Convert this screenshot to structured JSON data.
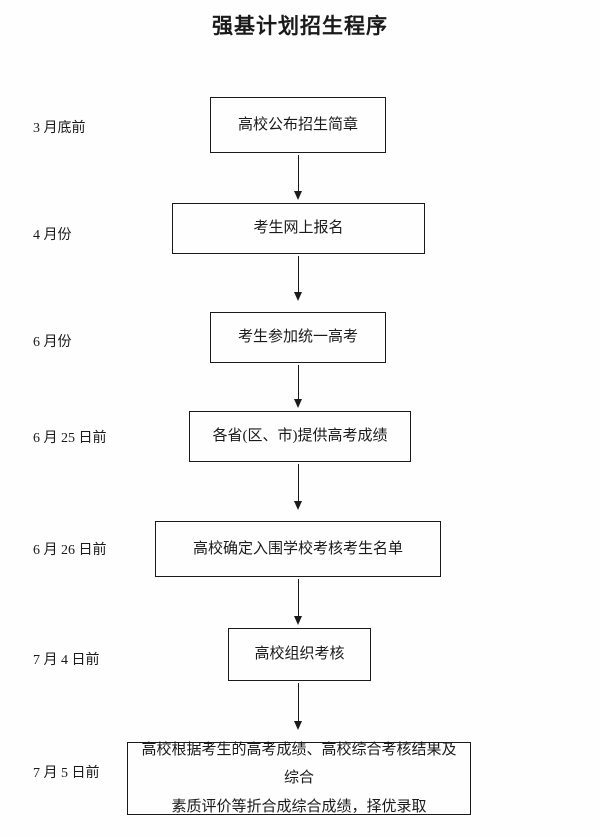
{
  "title": "强基计划招生程序",
  "steps": [
    {
      "time": "3 月底前",
      "text": "高校公布招生简章"
    },
    {
      "time": "4 月份",
      "text": "考生网上报名"
    },
    {
      "time": "6 月份",
      "text": "考生参加统一高考"
    },
    {
      "time": "6 月 25 日前",
      "text": "各省(区、市)提供高考成绩"
    },
    {
      "time": "6 月 26 日前",
      "text": "高校确定入围学校考核考生名单"
    },
    {
      "time": "7 月 4 日前",
      "text": "高校组织考核"
    },
    {
      "time": "7 月 5 日前",
      "text": "高校根据考生的高考成绩、高校综合考核结果及综合\n素质评价等折合成综合成绩，择优录取"
    }
  ]
}
